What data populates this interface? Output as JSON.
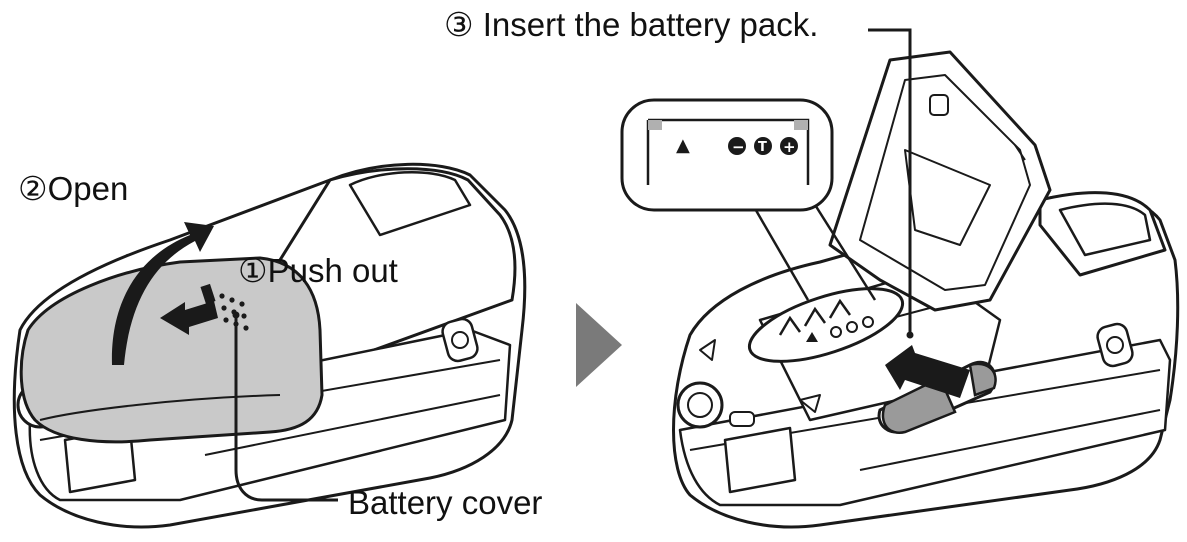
{
  "steps": {
    "push_out": "①Push out",
    "open": "②Open",
    "insert": "③ Insert the battery pack."
  },
  "callouts": {
    "battery_cover": "Battery cover"
  },
  "symbols": {
    "arrow": "▲",
    "minus": "−",
    "t": "T",
    "plus": "+"
  },
  "colors": {
    "line": "#1a1a1a",
    "cover_fill": "#c9c9c9",
    "battery_fill": "#9a9a9a",
    "next_arrow": "#7a7a7a"
  }
}
